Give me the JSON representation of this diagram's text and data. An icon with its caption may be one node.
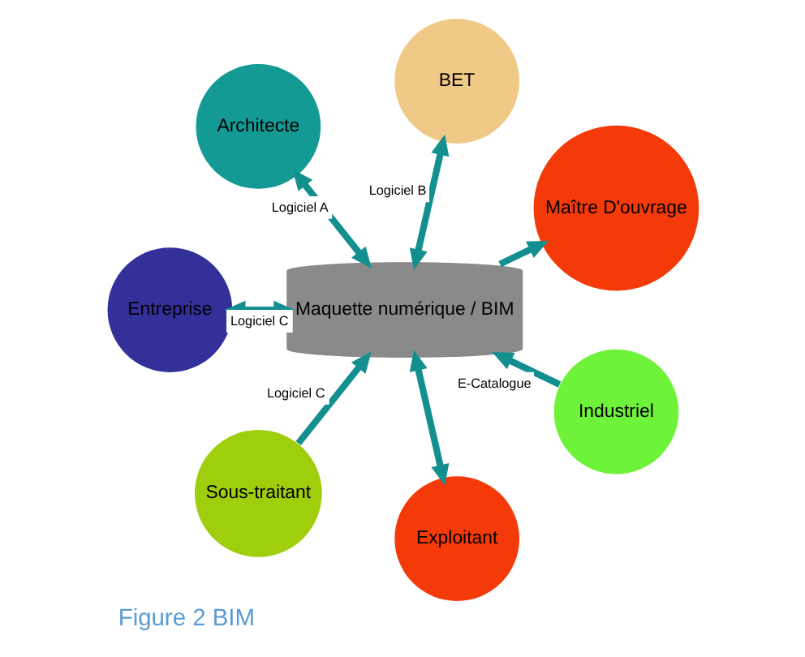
{
  "diagram": {
    "caption": "Figure 2 BIM",
    "nodes": [
      {
        "text": [
          "BET"
        ]
      },
      {
        "text": [
          "Architecte"
        ]
      },
      {
        "text": [
          "Entreprise"
        ]
      },
      {
        "text": [
          "Maquette numérique / BIM"
        ]
      },
      {
        "text": [
          "Maître D'ouvrage"
        ]
      },
      {
        "text": [
          "Sous-traitant"
        ]
      },
      {
        "text": [
          "Exploitant"
        ]
      },
      {
        "text": [
          "Industriel"
        ]
      }
    ],
    "edges": [
      {
        "from": 1,
        "to": 3,
        "arrow": "both",
        "label": "Logiciel A"
      },
      {
        "from": 0,
        "to": 3,
        "arrow": "both",
        "label": "Logiciel B"
      },
      {
        "from": 2,
        "to": 3,
        "arrow": "both",
        "label": "Logiciel C"
      },
      {
        "from": 3,
        "to": 4,
        "arrow": "to"
      },
      {
        "from": 5,
        "to": 3,
        "arrow": "to",
        "label": "Logiciel C"
      },
      {
        "from": 6,
        "to": 3,
        "arrow": "both"
      },
      {
        "from": 7,
        "to": 3,
        "arrow": "to",
        "label": "E-Catalogue"
      }
    ]
  }
}
